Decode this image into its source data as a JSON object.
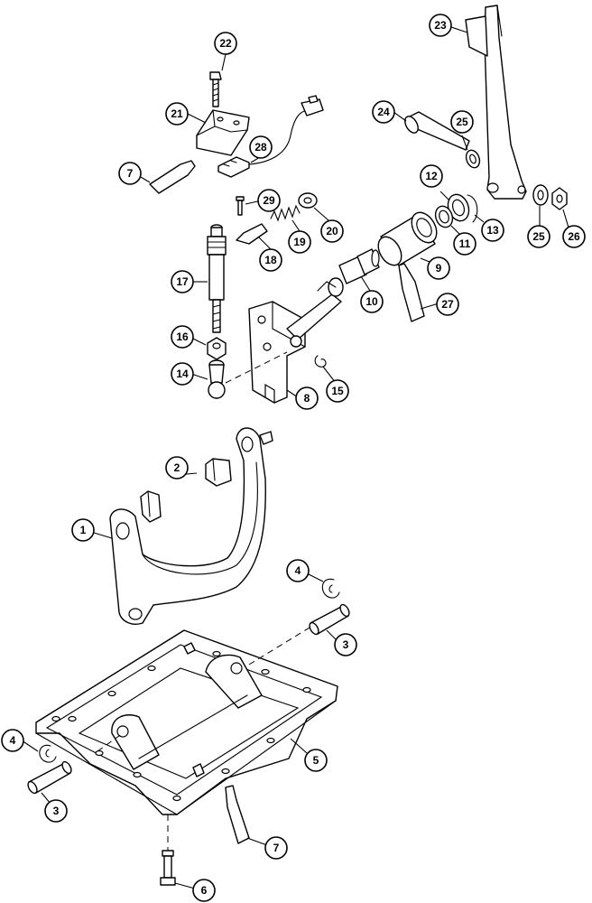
{
  "callouts": {
    "c1": "1",
    "c2": "2",
    "c3a": "3",
    "c3b": "3",
    "c4a": "4",
    "c4b": "4",
    "c5": "5",
    "c6": "6",
    "c7a": "7",
    "c7b": "7",
    "c8": "8",
    "c9": "9",
    "c10": "10",
    "c11": "11",
    "c12": "12",
    "c13": "13",
    "c14": "14",
    "c15": "15",
    "c16": "16",
    "c17": "17",
    "c18": "18",
    "c19": "19",
    "c20": "20",
    "c21": "21",
    "c22": "22",
    "c23": "23",
    "c24": "24",
    "c25a": "25",
    "c25b": "25",
    "c26": "26",
    "c27": "27",
    "c28": "28",
    "c29": "29"
  }
}
